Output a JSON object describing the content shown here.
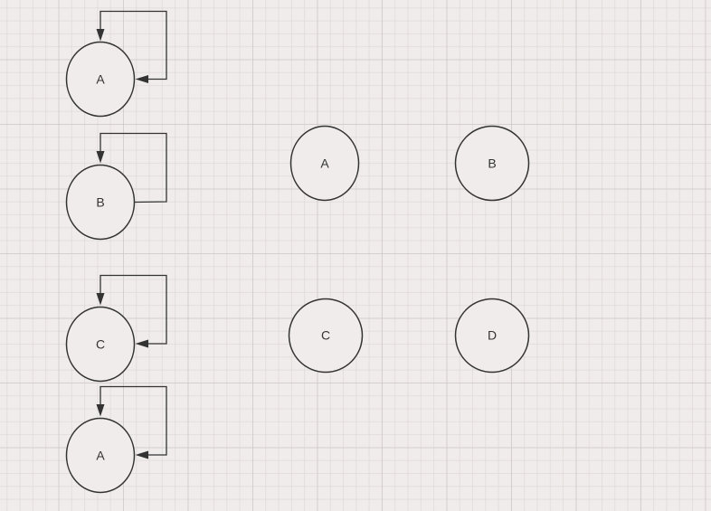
{
  "diagram": {
    "nodes": {
      "left_a_top": {
        "label": "A"
      },
      "left_b": {
        "label": "B"
      },
      "left_c": {
        "label": "C"
      },
      "left_a_bottom": {
        "label": "A"
      },
      "mid_a": {
        "label": "A"
      },
      "right_b": {
        "label": "B"
      },
      "mid_c": {
        "label": "C"
      },
      "right_d": {
        "label": "D"
      }
    }
  },
  "colors": {
    "background": "#f0eceb",
    "stroke": "#333333"
  }
}
